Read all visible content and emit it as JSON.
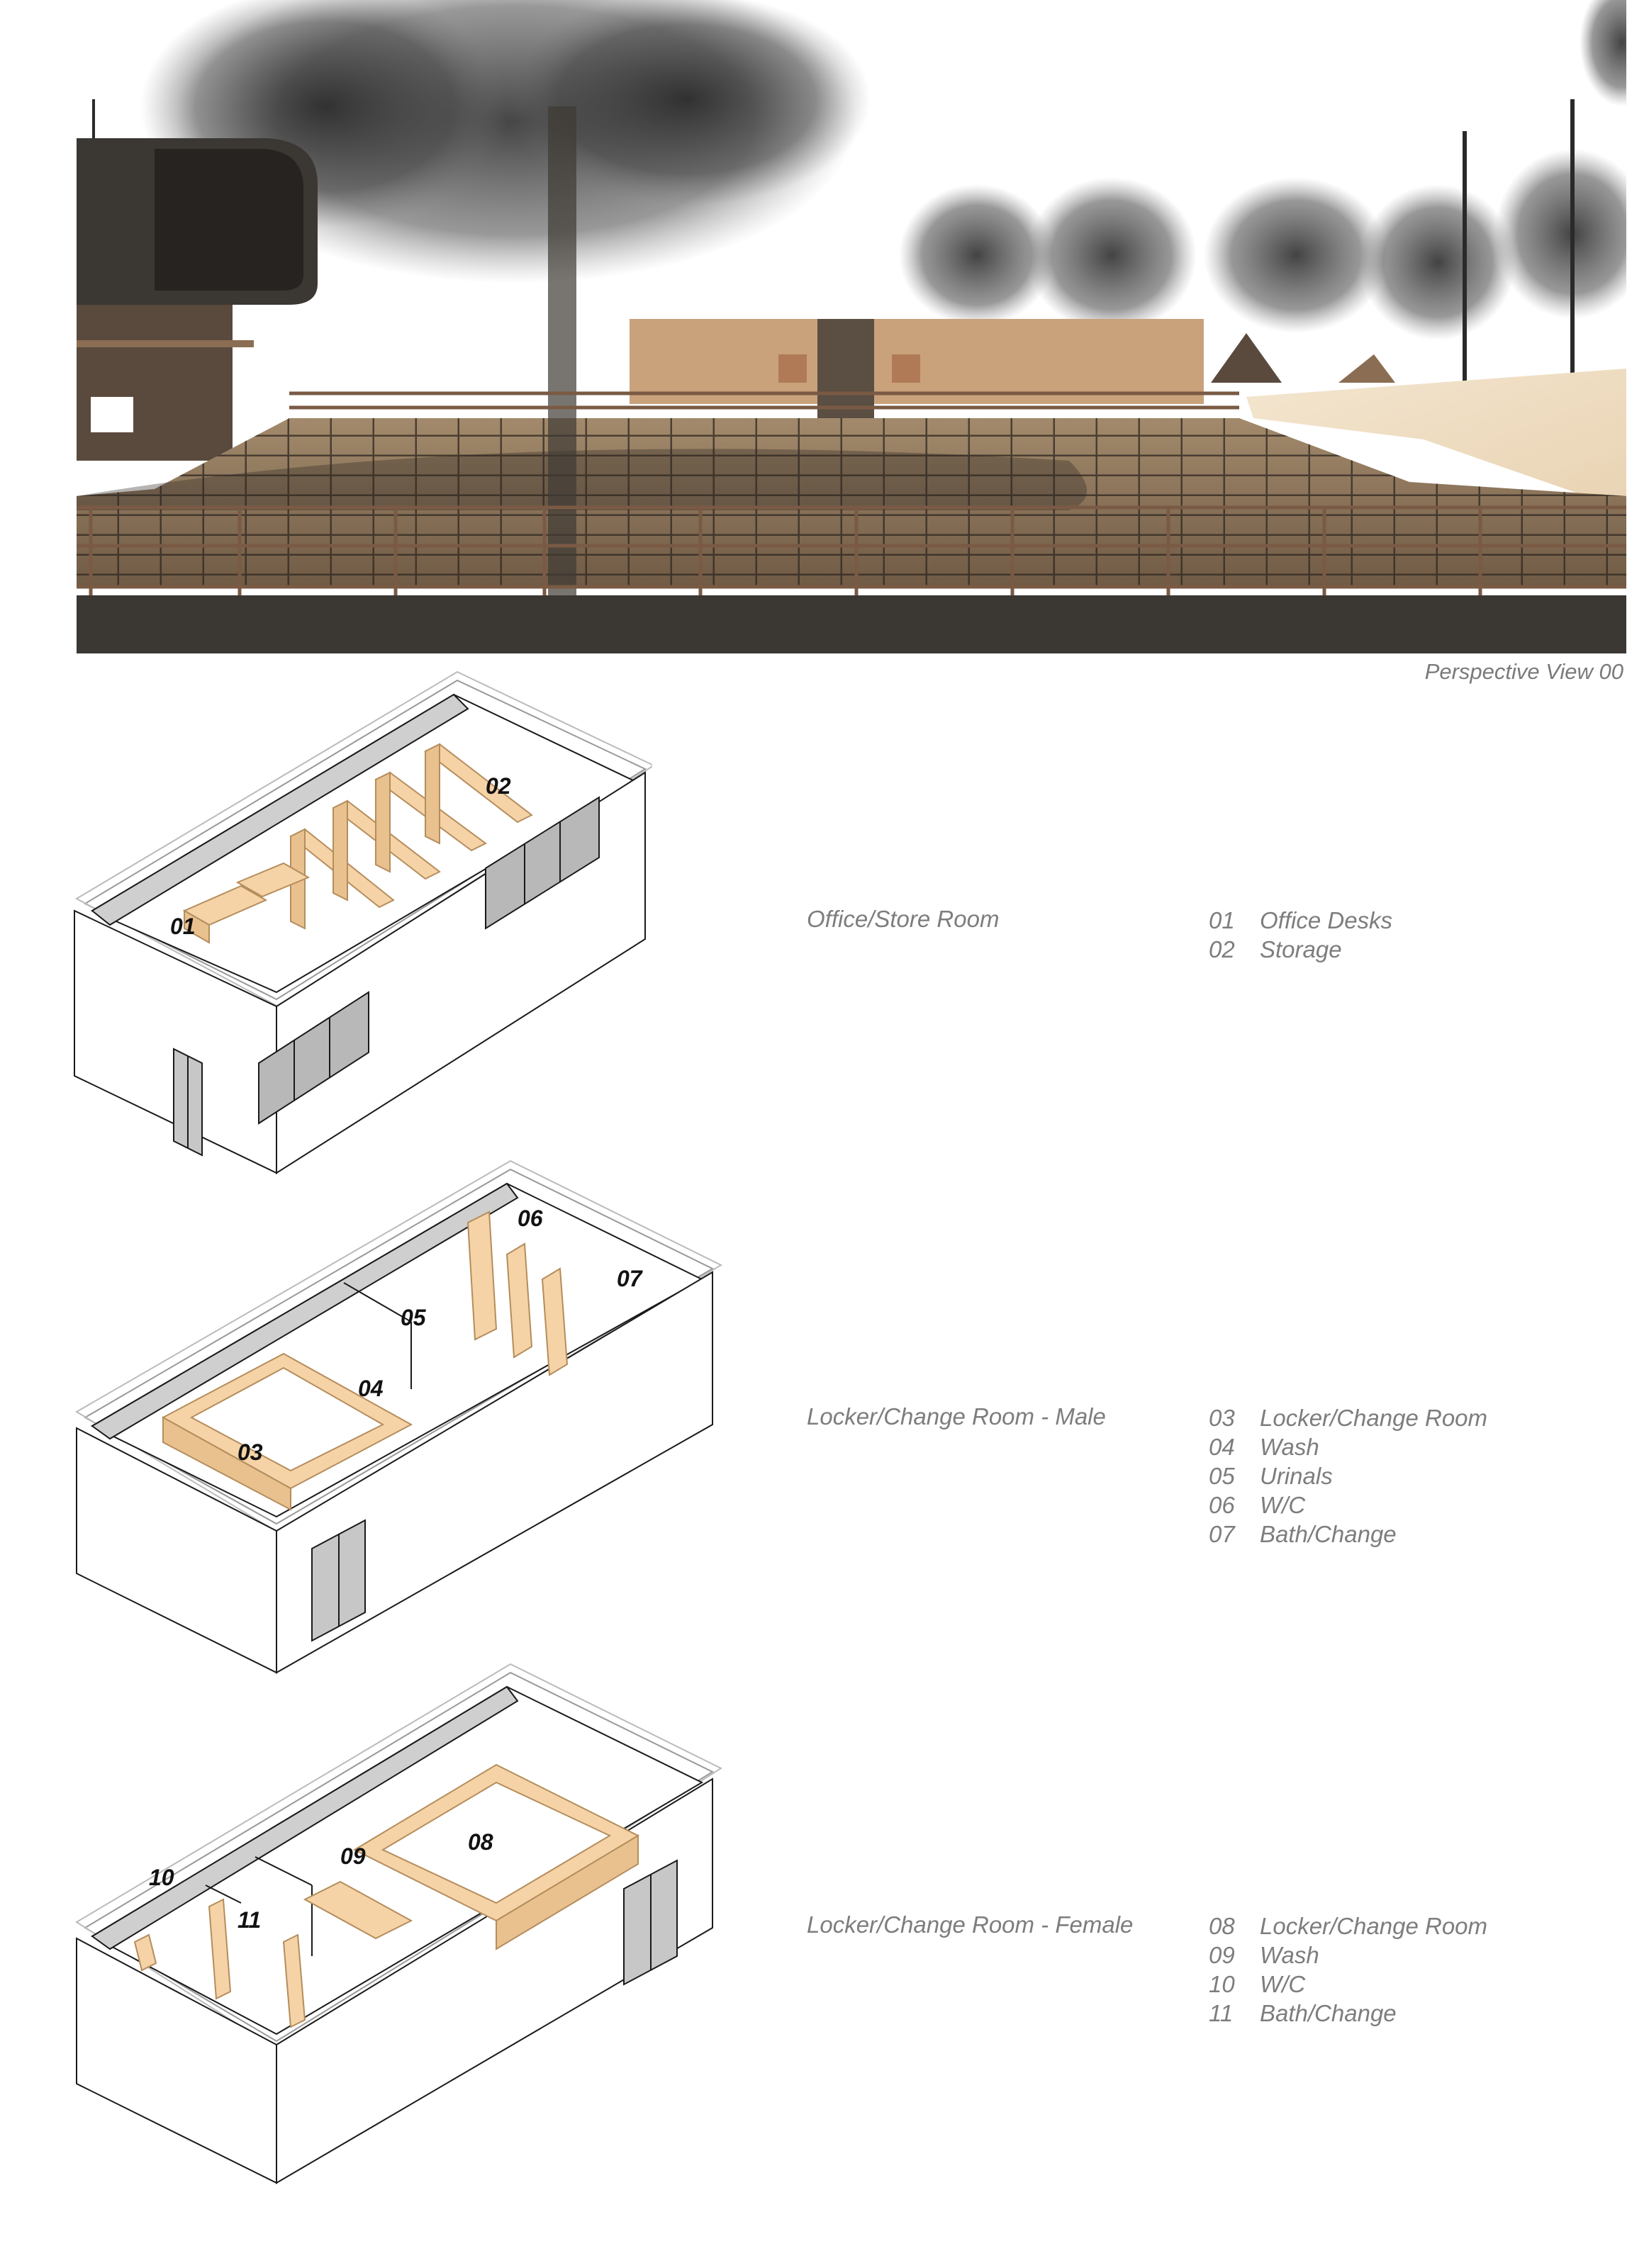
{
  "hero": {
    "caption": "Perspective View 00",
    "colors": {
      "sky": "#ffffff",
      "deck": "#8a7257",
      "rail": "#7a5a44",
      "wall": "#c9a27c",
      "shadow": "#3b3733"
    }
  },
  "rooms": [
    {
      "title": "Office/Store Room",
      "tags": [
        "01",
        "02"
      ],
      "legend": [
        {
          "num": "01",
          "label": "Office Desks"
        },
        {
          "num": "02",
          "label": "Storage"
        }
      ]
    },
    {
      "title": "Locker/Change Room - Male",
      "tags": [
        "03",
        "04",
        "05",
        "06",
        "07"
      ],
      "legend": [
        {
          "num": "03",
          "label": "Locker/Change Room"
        },
        {
          "num": "04",
          "label": "Wash"
        },
        {
          "num": "05",
          "label": "Urinals"
        },
        {
          "num": "06",
          "label": "W/C"
        },
        {
          "num": "07",
          "label": "Bath/Change"
        }
      ]
    },
    {
      "title": "Locker/Change Room - Female",
      "tags": [
        "08",
        "09",
        "10",
        "11"
      ],
      "legend": [
        {
          "num": "08",
          "label": "Locker/Change Room"
        },
        {
          "num": "09",
          "label": "Wash"
        },
        {
          "num": "10",
          "label": "W/C"
        },
        {
          "num": "11",
          "label": "Bath/Change"
        }
      ]
    }
  ],
  "colors": {
    "furniture": "#f5d3a6",
    "furniture_edge": "#b58d5c",
    "window": "#b8b8b8",
    "line": "#1a1a1a"
  }
}
